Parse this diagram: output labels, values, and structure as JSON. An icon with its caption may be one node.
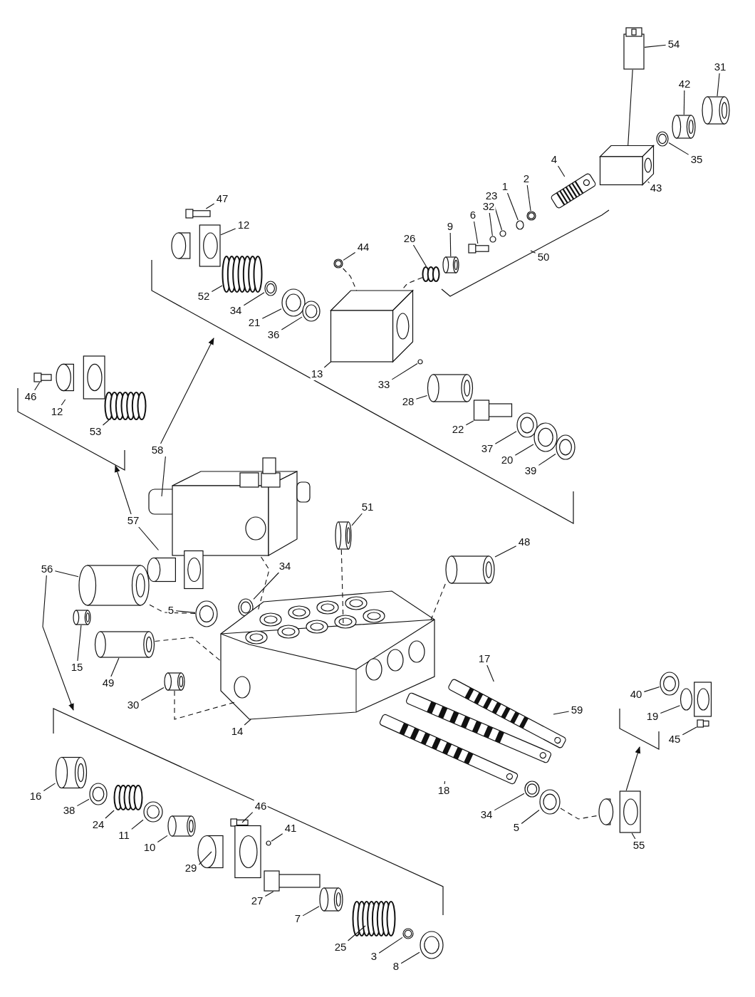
{
  "diagram": {
    "nodes": [
      {
        "text": [
          "54"
        ]
      },
      {
        "text": [],
        "shape": "box"
      },
      {
        "text": [
          "31"
        ]
      },
      {
        "text": [],
        "shape": "cylinder"
      },
      {
        "text": [
          "42"
        ]
      },
      {
        "text": [],
        "shape": "cylinder"
      },
      {
        "text": [
          "35"
        ]
      },
      {
        "text": [],
        "shape": "circle"
      },
      {
        "text": [
          "43"
        ]
      },
      {
        "text": [],
        "shape": "box"
      },
      {
        "text": [
          "4"
        ]
      },
      {
        "text": [],
        "shape": "picture"
      },
      {
        "text": [
          "2"
        ]
      },
      {
        "text": [],
        "shape": "circle"
      },
      {
        "text": [
          "1"
        ]
      },
      {
        "text": [],
        "shape": "circle"
      },
      {
        "text": [
          "23"
        ]
      },
      {
        "text": [],
        "shape": "circle"
      },
      {
        "text": [
          "32"
        ]
      },
      {
        "text": [],
        "shape": "circle"
      },
      {
        "text": [
          "6"
        ]
      },
      {
        "text": [],
        "shape": "bolt"
      },
      {
        "text": [
          "9"
        ]
      },
      {
        "text": [],
        "shape": "cylinder"
      },
      {
        "text": [
          "26"
        ]
      },
      {
        "text": [],
        "shape": "picture"
      },
      {
        "text": [
          "50"
        ]
      },
      {
        "text": [
          "47"
        ]
      },
      {
        "text": [],
        "shape": "bolt"
      },
      {
        "text": [
          "12"
        ]
      },
      {
        "text": [],
        "shape": "picture"
      },
      {
        "text": [
          "44"
        ]
      },
      {
        "text": [],
        "shape": "circle"
      },
      {
        "text": [
          "52"
        ]
      },
      {
        "text": [],
        "shape": "picture"
      },
      {
        "text": [
          "34"
        ]
      },
      {
        "text": [],
        "shape": "circle"
      },
      {
        "text": [
          "21"
        ]
      },
      {
        "text": [],
        "shape": "circle"
      },
      {
        "text": [
          "36"
        ]
      },
      {
        "text": [],
        "shape": "circle"
      },
      {
        "text": [
          "13"
        ]
      },
      {
        "text": [],
        "shape": "box"
      },
      {
        "text": [
          "33"
        ]
      },
      {
        "text": [],
        "shape": "circle"
      },
      {
        "text": [
          "28"
        ]
      },
      {
        "text": [],
        "shape": "cylinder"
      },
      {
        "text": [
          "22"
        ]
      },
      {
        "text": [],
        "shape": "bolt"
      },
      {
        "text": [
          "37"
        ]
      },
      {
        "text": [],
        "shape": "circle"
      },
      {
        "text": [
          "20"
        ]
      },
      {
        "text": [],
        "shape": "circle"
      },
      {
        "text": [
          "39"
        ]
      },
      {
        "text": [],
        "shape": "circle"
      },
      {
        "text": [
          "46"
        ]
      },
      {
        "text": [],
        "shape": "bolt"
      },
      {
        "text": [
          "12"
        ]
      },
      {
        "text": [],
        "shape": "picture"
      },
      {
        "text": [
          "53"
        ]
      },
      {
        "text": [],
        "shape": "picture"
      },
      {
        "text": [
          "58"
        ]
      },
      {
        "text": [],
        "shape": "picture"
      },
      {
        "text": [
          "57"
        ]
      },
      {
        "text": [],
        "shape": "picture"
      },
      {
        "text": [
          "56"
        ]
      },
      {
        "text": [],
        "shape": "cylinder"
      },
      {
        "text": [
          "34"
        ]
      },
      {
        "text": [],
        "shape": "circle"
      },
      {
        "text": [
          "5"
        ]
      },
      {
        "text": [],
        "shape": "circle"
      },
      {
        "text": [
          "15"
        ]
      },
      {
        "text": [],
        "shape": "cylinder"
      },
      {
        "text": [
          "49"
        ]
      },
      {
        "text": [],
        "shape": "cylinder"
      },
      {
        "text": [
          "30"
        ]
      },
      {
        "text": [],
        "shape": "cylinder"
      },
      {
        "text": [
          "51"
        ]
      },
      {
        "text": [],
        "shape": "cylinder"
      },
      {
        "text": [
          "48"
        ]
      },
      {
        "text": [],
        "shape": "cylinder"
      },
      {
        "text": [
          "14"
        ]
      },
      {
        "text": [],
        "shape": "picture"
      },
      {
        "text": [
          "17"
        ]
      },
      {
        "text": [],
        "shape": "picture"
      },
      {
        "text": [
          "59"
        ]
      },
      {
        "text": [],
        "shape": "picture"
      },
      {
        "text": [
          "18"
        ]
      },
      {
        "text": [],
        "shape": "picture"
      },
      {
        "text": [
          "34"
        ]
      },
      {
        "text": [],
        "shape": "circle"
      },
      {
        "text": [
          "5"
        ]
      },
      {
        "text": [],
        "shape": "circle"
      },
      {
        "text": [
          "40"
        ]
      },
      {
        "text": [],
        "shape": "circle"
      },
      {
        "text": [
          "19"
        ]
      },
      {
        "text": [],
        "shape": "picture"
      },
      {
        "text": [
          "45"
        ]
      },
      {
        "text": [],
        "shape": "bolt"
      },
      {
        "text": [
          "55"
        ]
      },
      {
        "text": [],
        "shape": "picture"
      },
      {
        "text": [
          "16"
        ]
      },
      {
        "text": [],
        "shape": "cylinder"
      },
      {
        "text": [
          "38"
        ]
      },
      {
        "text": [],
        "shape": "circle"
      },
      {
        "text": [
          "24"
        ]
      },
      {
        "text": [],
        "shape": "picture"
      },
      {
        "text": [
          "11"
        ]
      },
      {
        "text": [],
        "shape": "circle"
      },
      {
        "text": [
          "10"
        ]
      },
      {
        "text": [],
        "shape": "cylinder"
      },
      {
        "text": [
          "46"
        ]
      },
      {
        "text": [],
        "shape": "bolt"
      },
      {
        "text": [
          "41"
        ]
      },
      {
        "text": [],
        "shape": "circle"
      },
      {
        "text": [
          "29"
        ]
      },
      {
        "text": [],
        "shape": "picture"
      },
      {
        "text": [
          "27"
        ]
      },
      {
        "text": [],
        "shape": "bolt"
      },
      {
        "text": [
          "7"
        ]
      },
      {
        "text": [],
        "shape": "cylinder"
      },
      {
        "text": [
          "25"
        ]
      },
      {
        "text": [],
        "shape": "picture"
      },
      {
        "text": [
          "3"
        ]
      },
      {
        "text": [],
        "shape": "circle"
      },
      {
        "text": [
          "8"
        ]
      },
      {
        "text": [],
        "shape": "circle"
      }
    ],
    "edges": [
      {
        "from": 0,
        "to": 1,
        "arrow": "none"
      },
      {
        "from": 2,
        "to": 3,
        "arrow": "none"
      },
      {
        "from": 4,
        "to": 5,
        "arrow": "none"
      },
      {
        "from": 6,
        "to": 7,
        "arrow": "none"
      },
      {
        "from": 8,
        "to": 9,
        "arrow": "none"
      },
      {
        "from": 10,
        "to": 11,
        "arrow": "none"
      },
      {
        "from": 12,
        "to": 13,
        "arrow": "none"
      },
      {
        "from": 14,
        "to": 15,
        "arrow": "none"
      },
      {
        "from": 16,
        "to": 17,
        "arrow": "none"
      },
      {
        "from": 18,
        "to": 19,
        "arrow": "none"
      },
      {
        "from": 20,
        "to": 21,
        "arrow": "none"
      },
      {
        "from": 22,
        "to": 23,
        "arrow": "none"
      },
      {
        "from": 24,
        "to": 25,
        "arrow": "none"
      },
      {
        "from": 26,
        "to": null,
        "arrow": "none"
      },
      {
        "from": 27,
        "to": 28,
        "arrow": "none"
      },
      {
        "from": 29,
        "to": 30,
        "arrow": "none"
      },
      {
        "from": 31,
        "to": 32,
        "arrow": "none"
      },
      {
        "from": 33,
        "to": 34,
        "arrow": "none"
      },
      {
        "from": 35,
        "to": 36,
        "arrow": "none"
      },
      {
        "from": 37,
        "to": 38,
        "arrow": "none"
      },
      {
        "from": 39,
        "to": 40,
        "arrow": "none"
      },
      {
        "from": 41,
        "to": 42,
        "arrow": "none"
      },
      {
        "from": 43,
        "to": 44,
        "arrow": "none"
      },
      {
        "from": 45,
        "to": 46,
        "arrow": "none"
      },
      {
        "from": 47,
        "to": 48,
        "arrow": "none"
      },
      {
        "from": 49,
        "to": 50,
        "arrow": "none"
      },
      {
        "from": 51,
        "to": 52,
        "arrow": "none"
      },
      {
        "from": 53,
        "to": 54,
        "arrow": "none"
      },
      {
        "from": 55,
        "to": 56,
        "arrow": "none"
      },
      {
        "from": 57,
        "to": 58,
        "arrow": "none"
      },
      {
        "from": 59,
        "to": 60,
        "arrow": "none"
      },
      {
        "from": 61,
        "to": 62,
        "arrow": "none"
      },
      {
        "from": 63,
        "to": 64,
        "arrow": "none"
      },
      {
        "from": 65,
        "to": 66,
        "arrow": "none"
      },
      {
        "from": 67,
        "to": 68,
        "arrow": "none"
      },
      {
        "from": 69,
        "to": 70,
        "arrow": "none"
      },
      {
        "from": 71,
        "to": 72,
        "arrow": "none"
      },
      {
        "from": 73,
        "to": 74,
        "arrow": "none"
      },
      {
        "from": 75,
        "to": 76,
        "arrow": "none"
      },
      {
        "from": 77,
        "to": 78,
        "arrow": "none"
      },
      {
        "from": 79,
        "to": 80,
        "arrow": "none"
      },
      {
        "from": 81,
        "to": 82,
        "arrow": "none"
      },
      {
        "from": 83,
        "to": 84,
        "arrow": "none"
      },
      {
        "from": 85,
        "to": 86,
        "arrow": "none"
      },
      {
        "from": 87,
        "to": 88,
        "arrow": "none"
      },
      {
        "from": 89,
        "to": 90,
        "arrow": "none"
      },
      {
        "from": 91,
        "to": 92,
        "arrow": "none"
      },
      {
        "from": 93,
        "to": 94,
        "arrow": "none"
      },
      {
        "from": 95,
        "to": 96,
        "arrow": "none"
      },
      {
        "from": 97,
        "to": 98,
        "arrow": "none"
      },
      {
        "from": 99,
        "to": 100,
        "arrow": "none"
      },
      {
        "from": 101,
        "to": 102,
        "arrow": "none"
      },
      {
        "from": 103,
        "to": 104,
        "arrow": "none"
      },
      {
        "from": 105,
        "to": 106,
        "arrow": "none"
      },
      {
        "from": 107,
        "to": 108,
        "arrow": "none"
      },
      {
        "from": 109,
        "to": 110,
        "arrow": "none"
      },
      {
        "from": 111,
        "to": 112,
        "arrow": "none"
      },
      {
        "from": 113,
        "to": 114,
        "arrow": "none"
      },
      {
        "from": 115,
        "to": 116,
        "arrow": "none"
      },
      {
        "from": 117,
        "to": 118,
        "arrow": "none"
      },
      {
        "from": 119,
        "to": 120,
        "arrow": "none"
      },
      {
        "from": 121,
        "to": 122,
        "arrow": "none"
      },
      {
        "from": 123,
        "to": 124,
        "arrow": "none"
      },
      {
        "from": 125,
        "to": 126,
        "arrow": "none"
      },
      {
        "from": 1,
        "to": 9,
        "arrow": "none"
      },
      {
        "from": 32,
        "to": 42,
        "arrow": "none",
        "style": "dashed"
      },
      {
        "from": 25,
        "to": 42,
        "arrow": "none",
        "style": "dashed"
      },
      {
        "from": 62,
        "to": 82,
        "arrow": "none",
        "style": "dashed"
      },
      {
        "from": 66,
        "to": 70,
        "arrow": "none",
        "style": "dashed"
      },
      {
        "from": 74,
        "to": 82,
        "arrow": "none",
        "style": "dashed"
      },
      {
        "from": 76,
        "to": 82,
        "arrow": "none",
        "style": "dashed"
      },
      {
        "from": 78,
        "to": 82,
        "arrow": "none",
        "style": "dashed"
      },
      {
        "from": 80,
        "to": 82,
        "arrow": "none",
        "style": "dashed"
      },
      {
        "from": 92,
        "to": 100,
        "arrow": "none",
        "style": "dashed"
      },
      {
        "from": 61,
        "to": null,
        "arrow": "to"
      },
      {
        "from": 63,
        "to": null,
        "arrow": "to"
      },
      {
        "from": 65,
        "to": null,
        "arrow": "to"
      },
      {
        "from": 100,
        "to": null,
        "arrow": "to"
      }
    ]
  }
}
